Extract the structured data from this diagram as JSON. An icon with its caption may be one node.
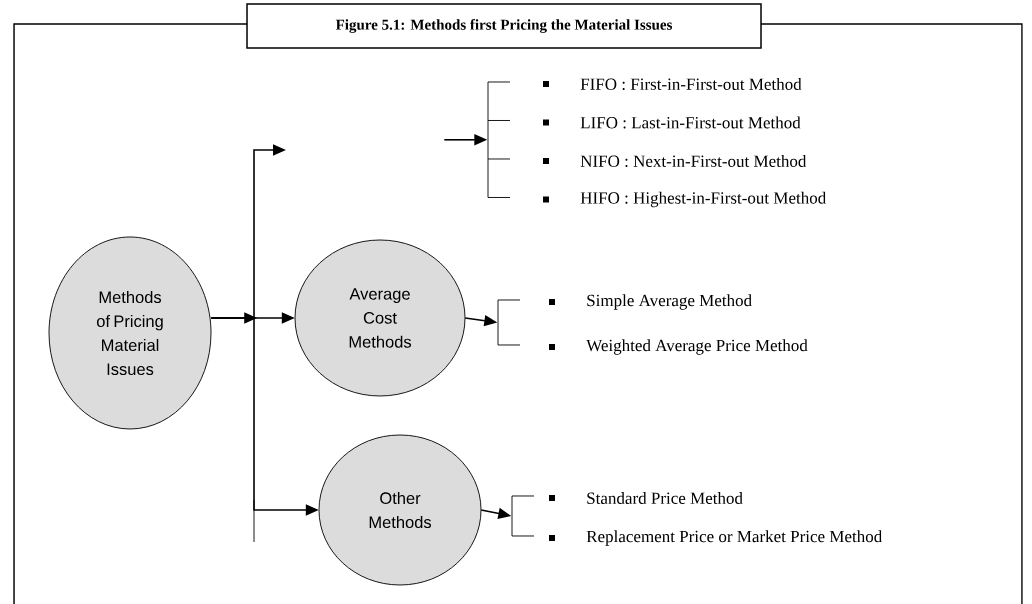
{
  "diagram": {
    "title": "Figure 5.1: Methods first Pricing the Material Issues",
    "nodes": [
      {
        "text": [
          "Methods of Pricing Material Issues"
        ]
      },
      {
        "text": [
          "Average Cost Methods"
        ]
      },
      {
        "text": [
          "Other Methods"
        ]
      },
      {
        "text": [
          "FIFO : First-in-First-out Method",
          "LIFO : Last-in-First-out Method",
          "NIFO : Next-in-First-out Method",
          "HIFO : Highest-in-First-out Method"
        ]
      },
      {
        "text": [
          "Simple Average Method",
          "Weighted Average Price Method"
        ]
      },
      {
        "text": [
          "Standard Price Method",
          "Replacement Price or Market Price Method"
        ]
      }
    ],
    "edges": [
      {
        "from": 0,
        "to": 1,
        "arrow": "to"
      },
      {
        "from": 0,
        "to": 2,
        "arrow": "to"
      },
      {
        "from": 0,
        "to": null,
        "arrow": "to"
      },
      {
        "from": null,
        "to": 3,
        "arrow": "to"
      },
      {
        "from": 1,
        "to": 4,
        "arrow": "to"
      },
      {
        "from": 2,
        "to": 5,
        "arrow": "to"
      }
    ]
  }
}
